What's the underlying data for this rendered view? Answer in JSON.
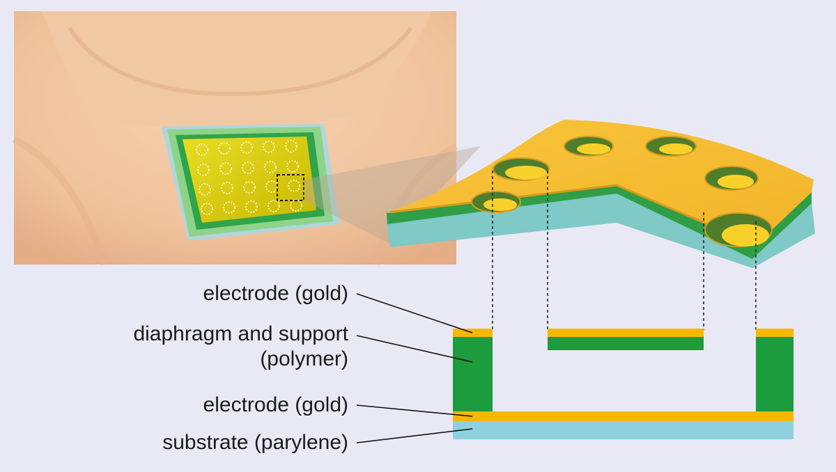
{
  "labels": {
    "electrode_top": "electrode (gold)",
    "diaphragm_line1": "diaphragm and support",
    "diaphragm_line2": "(polymer)",
    "electrode_bottom": "electrode (gold)",
    "substrate": "substrate (parylene)"
  },
  "colors": {
    "background": "#e9e9f5",
    "gold": "#f5b800",
    "polymer": "#1c9c3c",
    "substrate": "#8fd0df",
    "skin": "#f3caa6"
  },
  "icons": {
    "neck": "neck-illustration",
    "patch": "sensor-patch",
    "zoom": "zoom-3d-section"
  }
}
